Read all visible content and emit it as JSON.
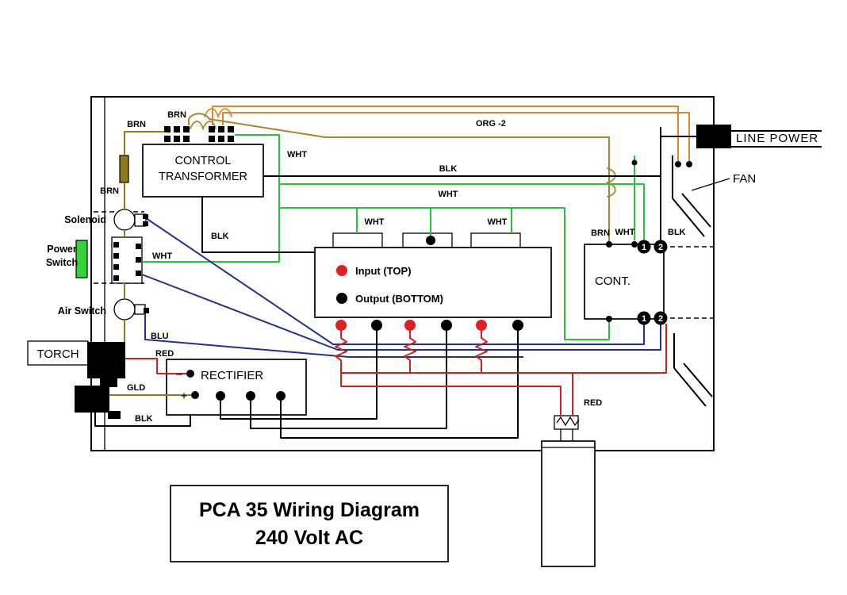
{
  "diagram": {
    "title_line1": "PCA 35 Wiring Diagram",
    "title_line2": "240 Volt AC"
  },
  "components": {
    "transformer": {
      "line1": "CONTROL",
      "line2": "TRANSFORMER"
    },
    "solenoid": "Solenoid",
    "power_switch_line1": "Power",
    "power_switch_line2": "Switch",
    "air_switch": "Air Switch",
    "torch": "TORCH",
    "rectifier": {
      "label": "RECTIFIER",
      "minus": "−",
      "plus": "+"
    },
    "module": {
      "input": "Input (TOP)",
      "output": "Output  (BOTTOM)"
    },
    "contactor": "CONT.",
    "fan": "FAN",
    "line_power": "LINE POWER",
    "terminal_1": "1",
    "terminal_2": "2"
  },
  "wire_labels": {
    "brn_top": "BRN",
    "brn_block": "BRN",
    "brn_fuse": "BRN",
    "org_2": "ORG -2",
    "wht_vertical": "WHT",
    "wht_power_switch": "WHT",
    "blk_bus": "BLK",
    "wht_bus": "WHT",
    "blk_transformer": "BLK",
    "wht_module_left": "WHT",
    "wht_module_right": "WHT",
    "brn_contactor": "BRN",
    "wht_contactor": "WHT",
    "blk_contactor": "BLK",
    "blu": "BLU",
    "red_torch": "RED",
    "gld": "GLD",
    "blk_torch": "BLK",
    "red_capacitor": "RED"
  },
  "colors": {
    "wire_orange": "#D8882A",
    "wire_brown": "#A8862C",
    "wire_gold": "#8F7B1E",
    "wire_green": "#2FBF3F",
    "wire_blue": "#23308F",
    "wire_red": "#CC2222",
    "wire_black": "#000000",
    "switch_green": "#35D235",
    "dot_red": "#DD2020"
  }
}
